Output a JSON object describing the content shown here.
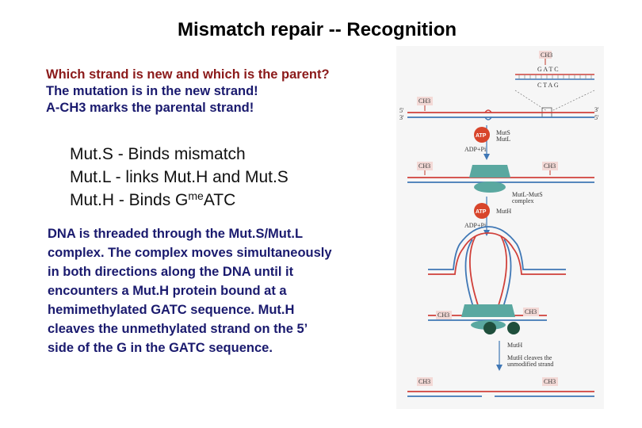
{
  "title": "Mismatch repair -- Recognition",
  "question": "Which strand is new and which is the parent?",
  "mutation_note": "The mutation is in the new strand!",
  "methyl_note": "A-CH3 marks the parental strand!",
  "definitions": [
    {
      "name": "Mut.S",
      "text": " - Binds mismatch"
    },
    {
      "name": "Mut.L",
      "text": " - links Mut.H and Mut.S"
    },
    {
      "name": "Mut.H",
      "text": " - Binds G",
      "sup": "me",
      "after": "ATC"
    }
  ],
  "paragraph": "DNA is threaded through the Mut.S/Mut.L complex.  The complex moves simultaneously in both directions along the DNA until it encounters a Mut.H protein bound at a hemimethylated GATC sequence.  Mut.H cleaves the unmethylated strand on the 5’ side of the G in the GATC sequence.",
  "figure": {
    "ch3": "CH3",
    "gatc": "G A T C",
    "ctag": "C T A G",
    "five_prime": "5'",
    "three_prime": "3'",
    "atp": "ATP",
    "adp": "ADP+Pi",
    "muts_mutl": "MutS\nMutL",
    "mutl_muts_complex": "MutL-MutS complex",
    "muth": "MutH",
    "muth_cleaves": "MutH cleaves the unmodified strand",
    "colors": {
      "red_strand": "#d0403a",
      "blue_strand": "#3f77b5",
      "protein": "#5aa8a0",
      "muth_dark": "#1f4f3c",
      "atp": "#d8452b"
    }
  }
}
